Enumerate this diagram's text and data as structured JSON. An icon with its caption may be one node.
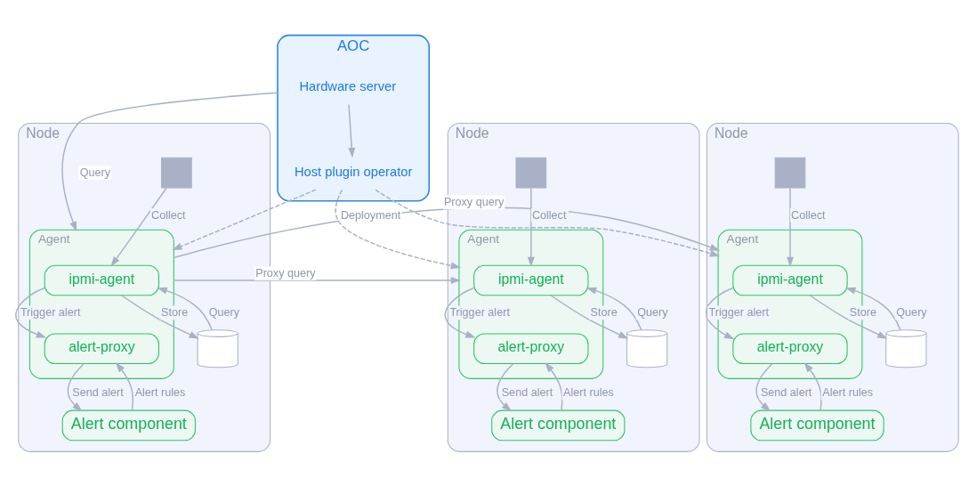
{
  "diagram": {
    "nodes": [
      {
        "text": [
          "AOC"
        ]
      },
      {
        "text": [
          "Hardware server"
        ],
        "in": 0
      },
      {
        "text": [
          "Host plugin operator"
        ],
        "in": 0
      },
      {
        "text": [
          "Node"
        ]
      },
      {
        "text": [
          "Agent"
        ],
        "in": 3
      },
      {
        "text": [
          "ipmi-agent"
        ],
        "in": 4
      },
      {
        "text": [
          "alert-proxy"
        ],
        "in": 4
      },
      {
        "text": [
          "Alert component"
        ],
        "in": 3
      },
      {
        "text": [],
        "shape": "box",
        "in": 3
      },
      {
        "text": [],
        "shape": "cylinder",
        "in": 3
      },
      {
        "text": [
          "Node"
        ]
      },
      {
        "text": [
          "Agent"
        ],
        "in": 10
      },
      {
        "text": [
          "ipmi-agent"
        ],
        "in": 11
      },
      {
        "text": [
          "alert-proxy"
        ],
        "in": 11
      },
      {
        "text": [
          "Alert component"
        ],
        "in": 10
      },
      {
        "text": [],
        "shape": "box",
        "in": 10
      },
      {
        "text": [],
        "shape": "cylinder",
        "in": 10
      },
      {
        "text": [
          "Node"
        ]
      },
      {
        "text": [
          "Agent"
        ],
        "in": 17
      },
      {
        "text": [
          "ipmi-agent"
        ],
        "in": 18
      },
      {
        "text": [
          "alert-proxy"
        ],
        "in": 18
      },
      {
        "text": [
          "Alert component"
        ],
        "in": 17
      },
      {
        "text": [],
        "shape": "box",
        "in": 17
      },
      {
        "text": [],
        "shape": "cylinder",
        "in": 17
      }
    ],
    "edges": [
      {
        "from": 1,
        "to": 2,
        "arrow": "to"
      },
      {
        "from": 0,
        "to": 4,
        "label": "Query",
        "arrow": "to"
      },
      {
        "from": 4,
        "to": 11,
        "label": "Proxy query",
        "arrow": "to"
      },
      {
        "from": 4,
        "to": 18,
        "label": "Proxy query",
        "arrow": "to"
      },
      {
        "from": 2,
        "to": 4,
        "arrow": "to",
        "style": "dashed"
      },
      {
        "from": 2,
        "to": 11,
        "label": "Deployment",
        "arrow": "to",
        "style": "dashed"
      },
      {
        "from": 2,
        "to": 18,
        "arrow": "to",
        "style": "dashed"
      },
      {
        "from": 8,
        "to": 5,
        "label": "Collect",
        "arrow": "to"
      },
      {
        "from": 9,
        "to": 5,
        "label": "Query",
        "arrow": "to"
      },
      {
        "from": 5,
        "to": 9,
        "label": "Store",
        "arrow": "to"
      },
      {
        "from": 5,
        "to": 6,
        "label": "Trigger alert",
        "arrow": "to"
      },
      {
        "from": 7,
        "to": 6,
        "label": "Alert rules",
        "arrow": "to"
      },
      {
        "from": 6,
        "to": 7,
        "label": "Send alert",
        "arrow": "to"
      },
      {
        "from": 15,
        "to": 12,
        "label": "Collect",
        "arrow": "to"
      },
      {
        "from": 16,
        "to": 12,
        "label": "Query",
        "arrow": "to"
      },
      {
        "from": 12,
        "to": 16,
        "label": "Store",
        "arrow": "to"
      },
      {
        "from": 12,
        "to": 13,
        "label": "Trigger alert",
        "arrow": "to"
      },
      {
        "from": 14,
        "to": 13,
        "label": "Alert rules",
        "arrow": "to"
      },
      {
        "from": 13,
        "to": 14,
        "label": "Send alert",
        "arrow": "to"
      },
      {
        "from": 22,
        "to": 19,
        "label": "Collect",
        "arrow": "to"
      },
      {
        "from": 23,
        "to": 19,
        "label": "Query",
        "arrow": "to"
      },
      {
        "from": 19,
        "to": 23,
        "label": "Store",
        "arrow": "to"
      },
      {
        "from": 19,
        "to": 20,
        "label": "Trigger alert",
        "arrow": "to"
      },
      {
        "from": 21,
        "to": 20,
        "label": "Alert rules",
        "arrow": "to"
      },
      {
        "from": 20,
        "to": 21,
        "label": "Send alert",
        "arrow": "to"
      }
    ]
  }
}
